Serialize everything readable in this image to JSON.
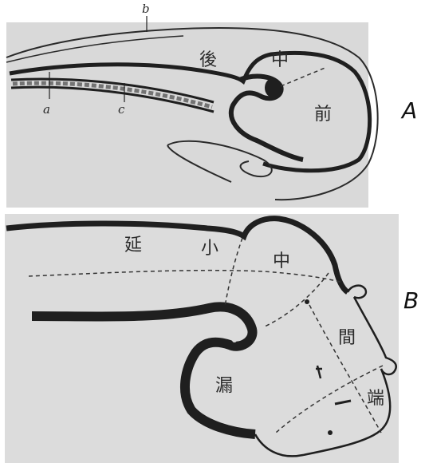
{
  "panel_a": {
    "panel_letter": "A",
    "pointer_labels": {
      "a": "a",
      "b": "b",
      "c": "c"
    },
    "regions": {
      "hind": "後",
      "mid": "中",
      "fore": "前"
    }
  },
  "panel_b": {
    "panel_letter": "B",
    "regions": {
      "medulla": "延",
      "cerebellum": "小",
      "mid": "中",
      "inter": "間",
      "infundibulum": "漏",
      "end": "端"
    }
  },
  "colors": {
    "paper": "#dadada",
    "ink": "#1f1f1f"
  }
}
